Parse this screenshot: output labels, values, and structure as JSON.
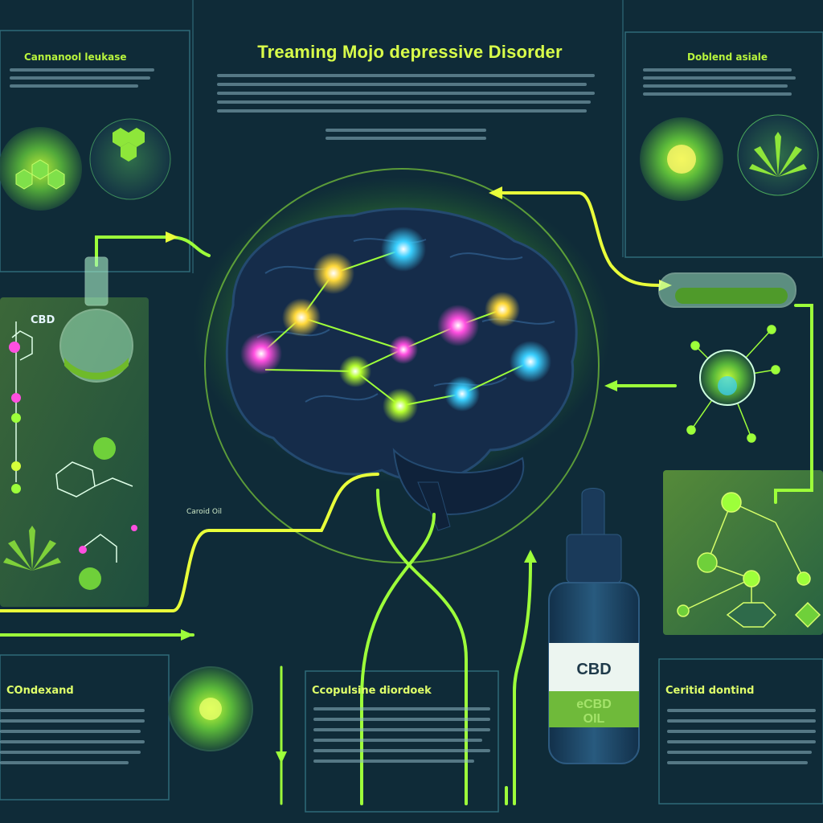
{
  "title": "Treaming Mojo depressive Disorder",
  "labels": {
    "bottle_main": "CBD",
    "bottle_sub": "eCBD OIL",
    "cbd_molecule": "CBD",
    "oil_label": "Caroid Oil"
  },
  "sections": {
    "top_left": "Cannanool leukase",
    "top_right": "Doblend asiale",
    "bottom_left": "COndexand",
    "bottom_center": "Ccopulsine diordoek",
    "bottom_right": "Ceritid dontind"
  },
  "colors": {
    "background": "#0f2b38",
    "panel": "#1b4656",
    "accent_green": "#8ee63a",
    "accent_yellow": "#e9ff3a",
    "brain": "#152c4a"
  }
}
